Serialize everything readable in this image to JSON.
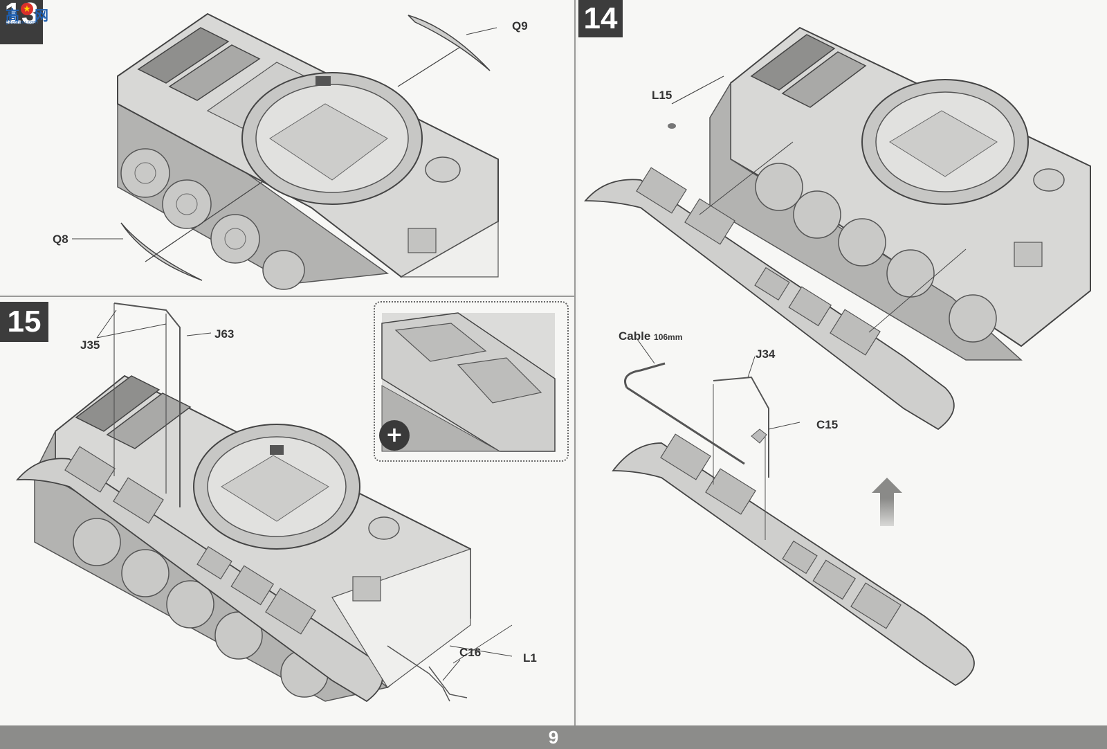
{
  "steps": {
    "s13": "13",
    "s14": "14",
    "s15": "15"
  },
  "labels": {
    "q9": "Q9",
    "q8": "Q8",
    "l15": "L15",
    "cable": "Cable",
    "cable_len": "106mm",
    "j34": "J34",
    "c15": "C15",
    "j35": "J35",
    "j63": "J63",
    "c16": "C16",
    "l1": "L1"
  },
  "page_number": "9",
  "logo": {
    "chars": "高",
    "chars2": "网",
    "sub": "gaoshou.com"
  },
  "colors": {
    "hull": "#d6d6d4",
    "hull_dark": "#bdbdbb",
    "track": "#a8a8a6",
    "line": "#4a4a48",
    "badge": "#3c3c3c"
  },
  "icons": {
    "zoom": "zoom-in-icon",
    "arrow": "up-arrow-icon"
  }
}
